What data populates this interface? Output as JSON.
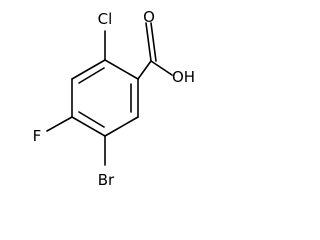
{
  "molecule": {
    "atoms": {
      "chlorine": "Cl",
      "carbonyl_oxygen": "O",
      "hydroxyl": "OH",
      "fluorine": "F",
      "bromine": "Br"
    }
  }
}
